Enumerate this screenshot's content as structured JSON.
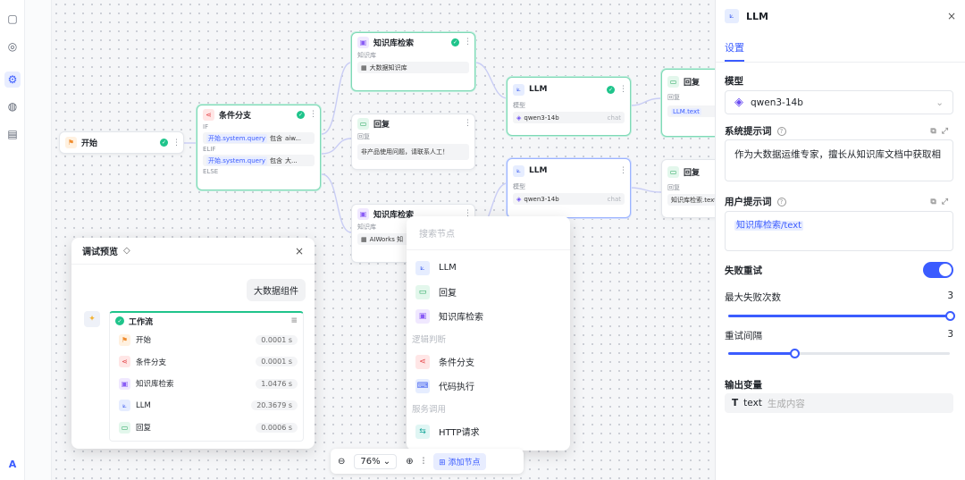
{
  "canvas": {
    "nodes": {
      "start": {
        "title": "开始"
      },
      "branch": {
        "title": "条件分支",
        "if_label": "IF",
        "if_var": "开始.system.query",
        "if_op": "包含",
        "if_val": "aiw...",
        "elif_label": "ELIF",
        "elif_var": "开始.system.query",
        "elif_op": "包含",
        "elif_val": "大...",
        "else_label": "ELSE"
      },
      "kb1": {
        "title": "知识库检索",
        "sub": "知识库",
        "value": "大数据知识库"
      },
      "reply_mid": {
        "title": "回复",
        "sub": "回复",
        "text": "非产品使用问题，请联系人工！"
      },
      "kb2": {
        "title": "知识库检索",
        "sub": "知识库",
        "value": "AIWorks 知"
      },
      "llm1": {
        "title": "LLM",
        "sub": "模型",
        "model": "qwen3-14b",
        "mode": "chat"
      },
      "llm2": {
        "title": "LLM",
        "sub": "模型",
        "model": "qwen3-14b",
        "mode": "chat"
      },
      "reply1": {
        "title": "回复",
        "sub": "回复",
        "value": "LLM.text"
      },
      "reply2": {
        "title": "回复",
        "sub": "回复",
        "value": "知识库检索.text"
      }
    }
  },
  "debug": {
    "title": "调试预览",
    "user_message": "大数据组件",
    "workflow_title": "工作流",
    "steps": [
      {
        "name": "开始",
        "time": "0.0001 s",
        "color": "orange",
        "icon": "flag-icon"
      },
      {
        "name": "条件分支",
        "time": "0.0001 s",
        "color": "red",
        "icon": "branch-icon"
      },
      {
        "name": "知识库检索",
        "time": "1.0476 s",
        "color": "purple",
        "icon": "book-icon"
      },
      {
        "name": "LLM",
        "time": "20.3679 s",
        "color": "blue",
        "icon": "llm-icon"
      },
      {
        "name": "回复",
        "time": "0.0006 s",
        "color": "green",
        "icon": "reply-icon"
      }
    ]
  },
  "add_menu": {
    "search_placeholder": "搜索节点",
    "items_top": [
      {
        "label": "LLM",
        "color": "blue",
        "icon": "llm-icon"
      },
      {
        "label": "回复",
        "color": "green",
        "icon": "reply-icon"
      },
      {
        "label": "知识库检索",
        "color": "purple",
        "icon": "book-icon"
      }
    ],
    "cat_logic": "逻辑判断",
    "items_logic": [
      {
        "label": "条件分支",
        "color": "red",
        "icon": "branch-icon"
      },
      {
        "label": "代码执行",
        "color": "blue",
        "icon": "code-icon"
      }
    ],
    "cat_service": "服务调用",
    "items_service": [
      {
        "label": "HTTP请求",
        "color": "teal",
        "icon": "http-icon"
      }
    ]
  },
  "zoombar": {
    "zoom": "76%",
    "add_node": "添加节点"
  },
  "panel": {
    "title": "LLM",
    "tab": "设置",
    "model_label": "模型",
    "model_value": "qwen3-14b",
    "system_prompt_label": "系统提示词",
    "system_prompt_value": "作为大数据运维专家，擅长从知识库文档中获取相",
    "user_prompt_label": "用户提示词",
    "user_prompt_var": "知识库检索/text",
    "retry_label": "失败重试",
    "retry_enabled": true,
    "max_retry_label": "最大失败次数",
    "max_retry_value": "3",
    "max_retry_fraction": 1.0,
    "interval_label": "重试间隔",
    "interval_value": "3",
    "interval_fraction": 0.3,
    "output_label": "输出变量",
    "output_name": "text",
    "output_desc": "生成内容"
  },
  "colors": {
    "accent": "#3b5cff",
    "success": "#1fc48b"
  }
}
